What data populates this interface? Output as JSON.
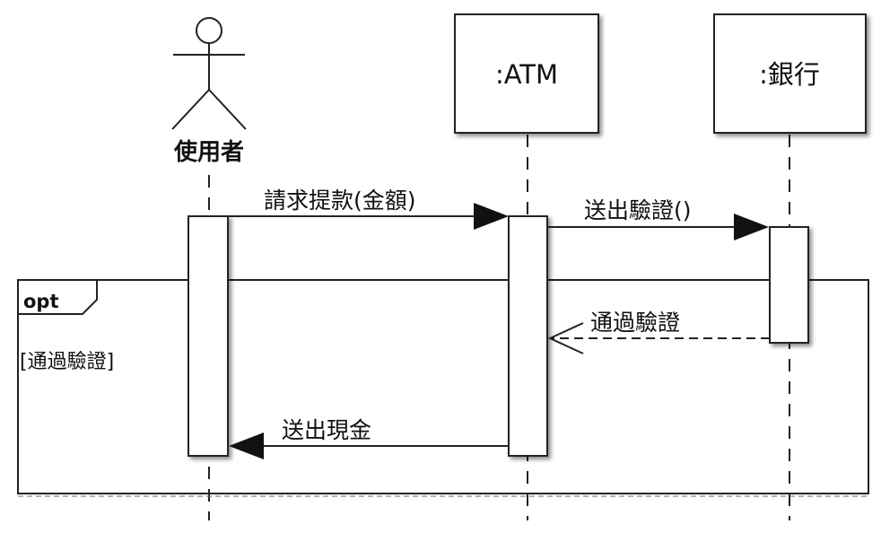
{
  "actor": {
    "name": "使用者"
  },
  "lifelines": [
    {
      "name": ":ATM"
    },
    {
      "name": ":銀行"
    }
  ],
  "messages": [
    {
      "label": "請求提款(金額)",
      "type": "sync"
    },
    {
      "label": "送出驗證()",
      "type": "sync"
    },
    {
      "label": "通過驗證",
      "type": "return"
    },
    {
      "label": "送出現金",
      "type": "sync"
    }
  ],
  "fragment": {
    "operator": "opt",
    "guard": "[通過驗證]"
  }
}
